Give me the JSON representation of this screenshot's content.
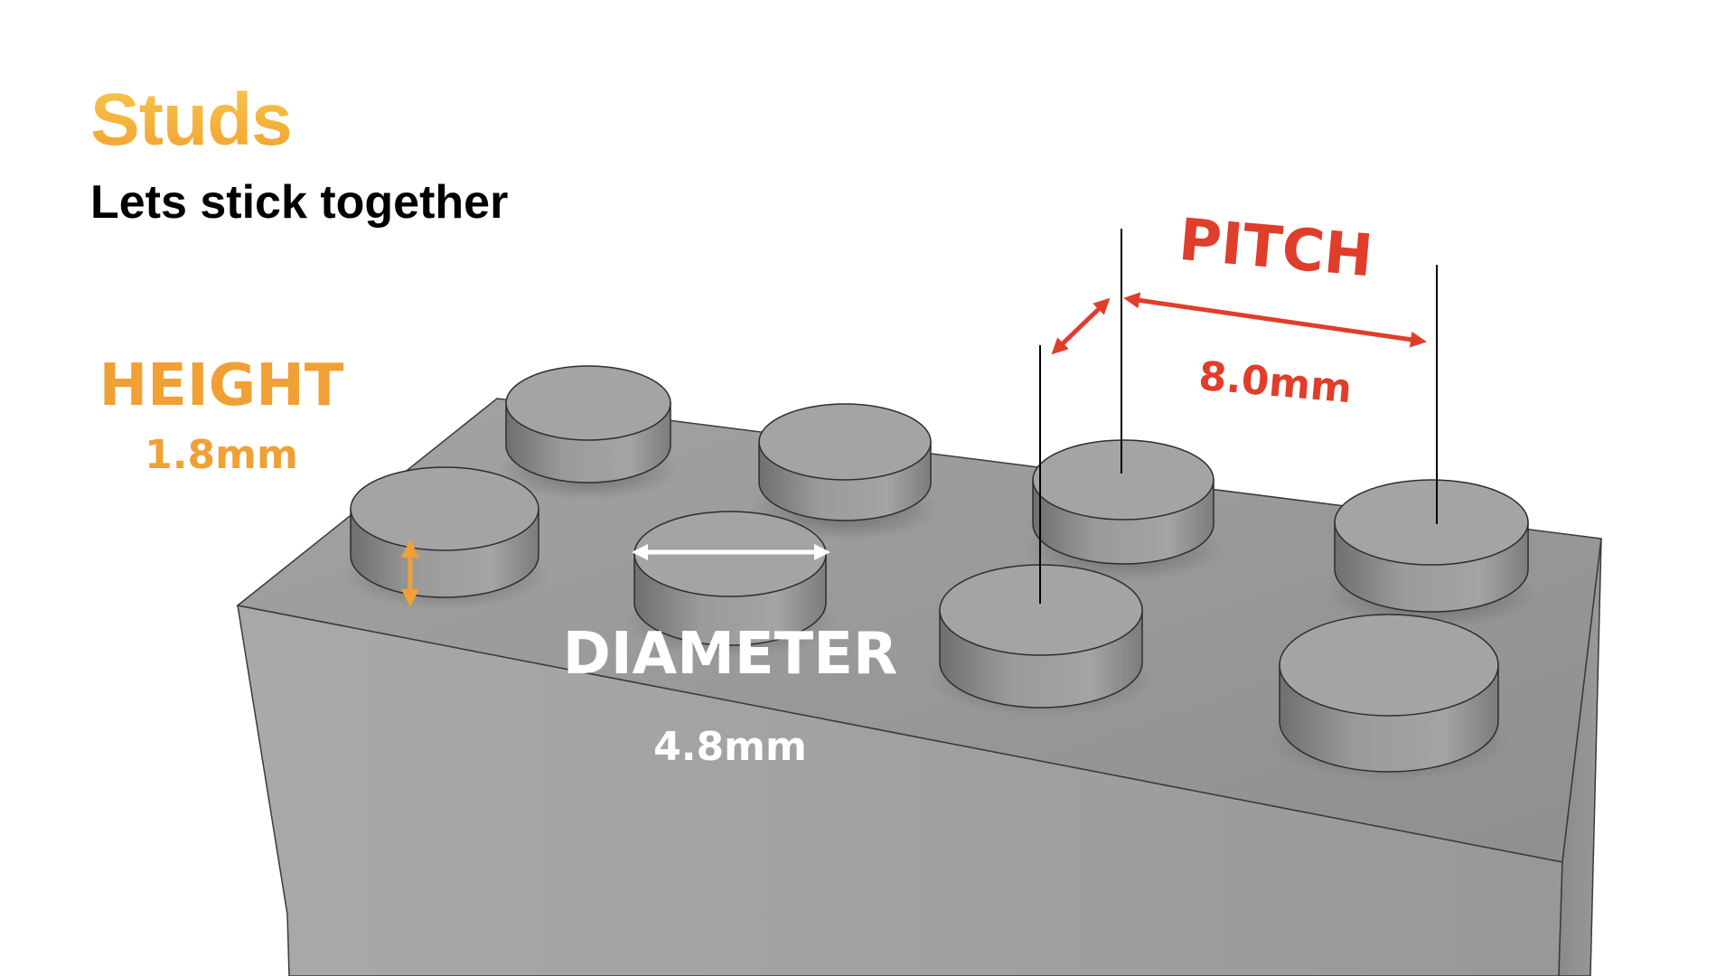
{
  "slide": {
    "title": "Studs",
    "subtitle": "Lets stick together"
  },
  "labels": {
    "height": {
      "name": "HEIGHT",
      "value": "1.8mm"
    },
    "diameter": {
      "name": "DIAMETER",
      "value": "4.8mm"
    },
    "pitch": {
      "name": "PITCH",
      "value": "8.0mm"
    }
  },
  "colors": {
    "title_gradient_top": "#f7c64a",
    "title_gradient_bottom": "#f3a233",
    "height_accent": "#f0a035",
    "pitch_accent": "#e03d2b",
    "diameter_label": "#ffffff",
    "brick": "#9e9e9e"
  }
}
